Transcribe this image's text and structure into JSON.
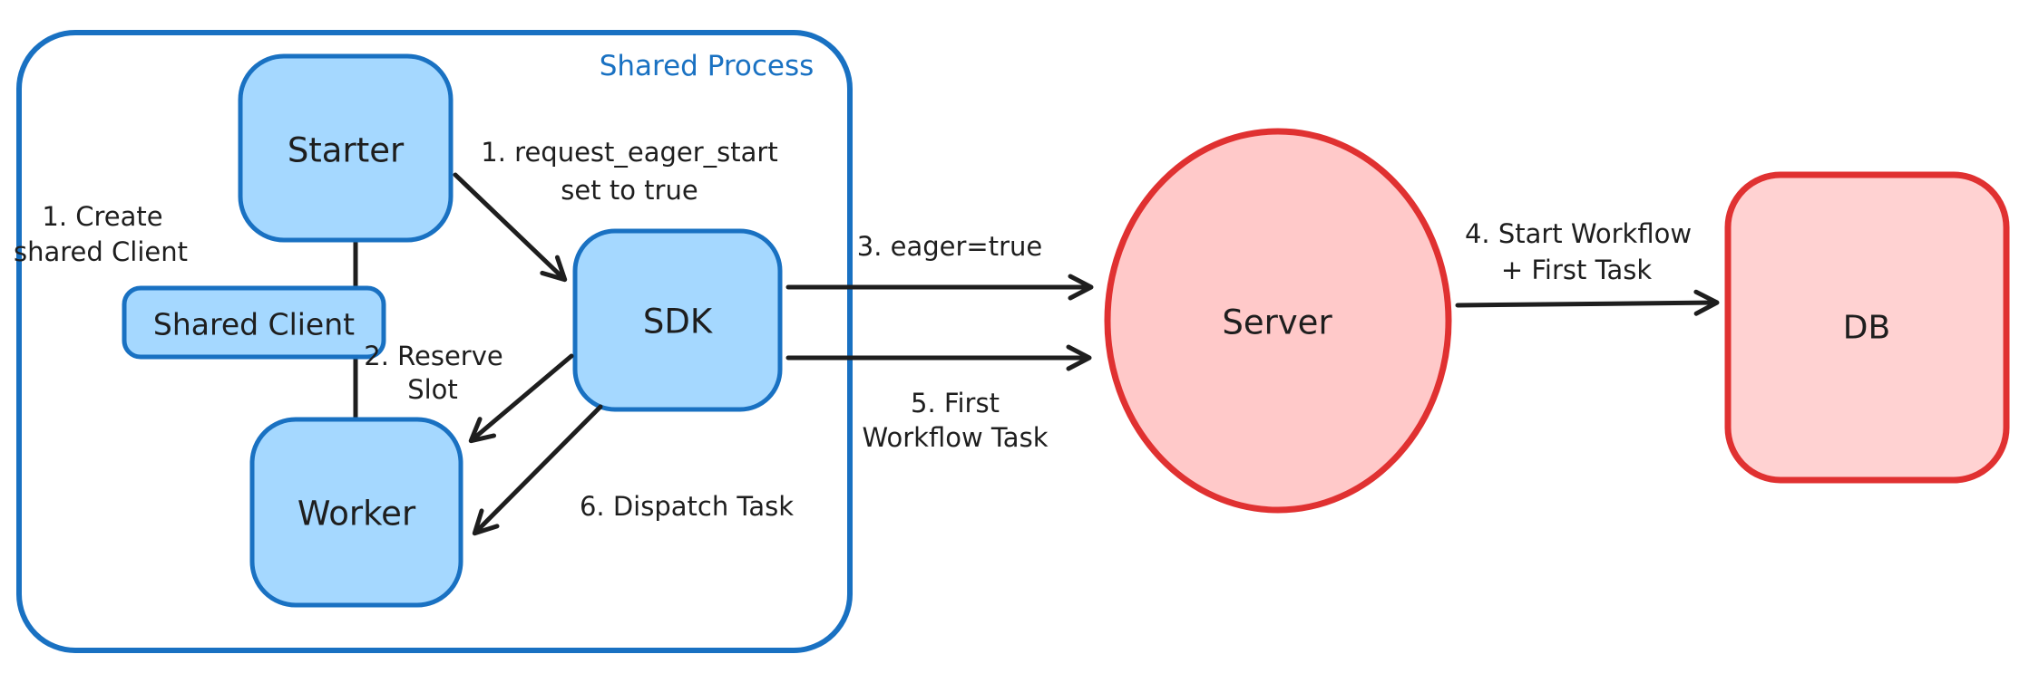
{
  "diagram": {
    "title": "Shared Process eager workflow start diagram",
    "container": {
      "label": "Shared Process"
    },
    "nodes": {
      "starter": {
        "label": "Starter"
      },
      "shared_client": {
        "label": "Shared Client"
      },
      "worker": {
        "label": "Worker"
      },
      "sdk": {
        "label": "SDK"
      },
      "server": {
        "label": "Server"
      },
      "db": {
        "label": "DB"
      }
    },
    "edges": {
      "create_shared_client": {
        "line1": "1. Create",
        "line2": "shared Client"
      },
      "request_eager_start": {
        "line1": "1. request_eager_start",
        "line2": "set to true"
      },
      "reserve_slot": {
        "line1": "2. Reserve",
        "line2": "Slot"
      },
      "eager_true": {
        "label": "3. eager=true"
      },
      "start_workflow": {
        "line1": "4. Start Workflow",
        "line2": "+ First Task"
      },
      "first_workflow_task": {
        "line1": "5. First",
        "line2": "Workflow Task"
      },
      "dispatch_task": {
        "label": "6. Dispatch Task"
      }
    },
    "colors": {
      "blue_stroke": "#1971c2",
      "blue_fill": "#a5d8ff",
      "red_stroke": "#e03131",
      "red_fill_server": "#ffc9c9",
      "red_fill_db": "#ffd2d2",
      "ink": "#1e1e1e",
      "background": "#ffffff"
    }
  }
}
